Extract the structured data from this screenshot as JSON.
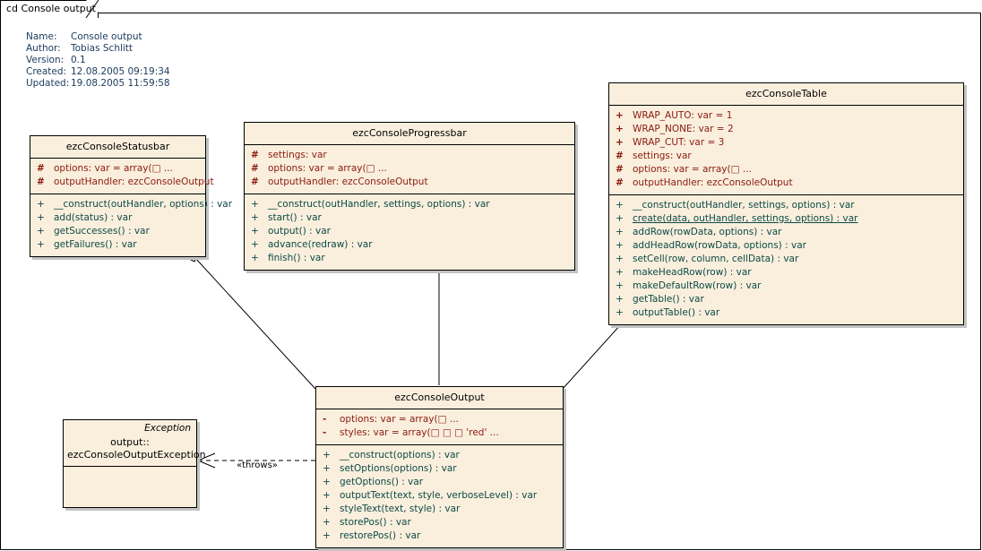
{
  "diagram": {
    "tab_label": "cd Console output",
    "meta": [
      {
        "key": "Name:",
        "value": "Console output"
      },
      {
        "key": "Author:",
        "value": "Tobias Schlitt"
      },
      {
        "key": "Version:",
        "value": "0.1"
      },
      {
        "key": "Created:",
        "value": "12.08.2005 09:19:34"
      },
      {
        "key": "Updated:",
        "value": "19.08.2005 11:59:58"
      }
    ],
    "colors": {
      "class_fill": "#faefdd",
      "border": "#000000",
      "shadow": "#c3c3c3",
      "attribute_text": "#8b1a10",
      "method_text": "#0b4a46",
      "meta_text": "#1b3a5c"
    }
  },
  "classes": {
    "statusbar": {
      "name": "ezcConsoleStatusbar",
      "attributes": [
        {
          "visibility": "#",
          "text": "options:  var = array(□        ..."
        },
        {
          "visibility": "#",
          "text": "outputHandler:  ezcConsoleOutput"
        }
      ],
      "methods": [
        {
          "visibility": "+",
          "text": "__construct(outHandler, options) : var",
          "static": false
        },
        {
          "visibility": "+",
          "text": "add(status) : var",
          "static": false
        },
        {
          "visibility": "+",
          "text": "getSuccesses() : var",
          "static": false
        },
        {
          "visibility": "+",
          "text": "getFailures() : var",
          "static": false
        }
      ]
    },
    "progressbar": {
      "name": "ezcConsoleProgressbar",
      "attributes": [
        {
          "visibility": "#",
          "text": "settings:  var"
        },
        {
          "visibility": "#",
          "text": "options:  var = array(□        ..."
        },
        {
          "visibility": "#",
          "text": "outputHandler:  ezcConsoleOutput"
        }
      ],
      "methods": [
        {
          "visibility": "+",
          "text": "__construct(outHandler, settings, options) : var",
          "static": false
        },
        {
          "visibility": "+",
          "text": "start() : var",
          "static": false
        },
        {
          "visibility": "+",
          "text": "output() : var",
          "static": false
        },
        {
          "visibility": "+",
          "text": "advance(redraw) : var",
          "static": false
        },
        {
          "visibility": "+",
          "text": "finish() : var",
          "static": false
        }
      ]
    },
    "table": {
      "name": "ezcConsoleTable",
      "attributes": [
        {
          "visibility": "+",
          "text": "WRAP_AUTO:  var = 1"
        },
        {
          "visibility": "+",
          "text": "WRAP_NONE:  var = 2"
        },
        {
          "visibility": "+",
          "text": "WRAP_CUT:  var = 3"
        },
        {
          "visibility": "#",
          "text": "settings:  var"
        },
        {
          "visibility": "#",
          "text": "options:  var = array(□        ..."
        },
        {
          "visibility": "#",
          "text": "outputHandler:  ezcConsoleOutput"
        }
      ],
      "methods": [
        {
          "visibility": "+",
          "text": "__construct(outHandler, settings, options) : var",
          "static": false
        },
        {
          "visibility": "+",
          "text": "create(data, outHandler, settings, options) : var",
          "static": true
        },
        {
          "visibility": "+",
          "text": "addRow(rowData, options) : var",
          "static": false
        },
        {
          "visibility": "+",
          "text": "addHeadRow(rowData, options) : var",
          "static": false
        },
        {
          "visibility": "+",
          "text": "setCell(row, column, cellData) : var",
          "static": false
        },
        {
          "visibility": "+",
          "text": "makeHeadRow(row) : var",
          "static": false
        },
        {
          "visibility": "+",
          "text": "makeDefaultRow(row) : var",
          "static": false
        },
        {
          "visibility": "+",
          "text": "getTable() : var",
          "static": false
        },
        {
          "visibility": "+",
          "text": "outputTable() : var",
          "static": false
        }
      ]
    },
    "output": {
      "name": "ezcConsoleOutput",
      "attributes": [
        {
          "visibility": "-",
          "text": "options:  var = array(□        ..."
        },
        {
          "visibility": "-",
          "text": "styles:  var = array(□ □ □ 'red' ..."
        }
      ],
      "methods": [
        {
          "visibility": "+",
          "text": "__construct(options) : var",
          "static": false
        },
        {
          "visibility": "+",
          "text": "setOptions(options) : var",
          "static": false
        },
        {
          "visibility": "+",
          "text": "getOptions() : var",
          "static": false
        },
        {
          "visibility": "+",
          "text": "outputText(text, style, verboseLevel) : var",
          "static": false
        },
        {
          "visibility": "+",
          "text": "styleText(text, style) : var",
          "static": false
        },
        {
          "visibility": "+",
          "text": "storePos() : var",
          "static": false
        },
        {
          "visibility": "+",
          "text": "restorePos() : var",
          "static": false
        }
      ]
    },
    "exception": {
      "stereotype": "Exception",
      "name_line1": "output::",
      "name_line2": "ezcConsoleOutputException",
      "attributes": [],
      "methods": []
    }
  },
  "relationships": [
    {
      "type": "aggregation",
      "from": "ezcConsoleStatusbar",
      "to": "ezcConsoleOutput",
      "label": ""
    },
    {
      "type": "aggregation",
      "from": "ezcConsoleProgressbar",
      "to": "ezcConsoleOutput",
      "label": ""
    },
    {
      "type": "aggregation",
      "from": "ezcConsoleTable",
      "to": "ezcConsoleOutput",
      "label": ""
    },
    {
      "type": "dependency",
      "from": "ezcConsoleOutput",
      "to": "ezcConsoleOutputException",
      "label": "«throws»"
    }
  ]
}
